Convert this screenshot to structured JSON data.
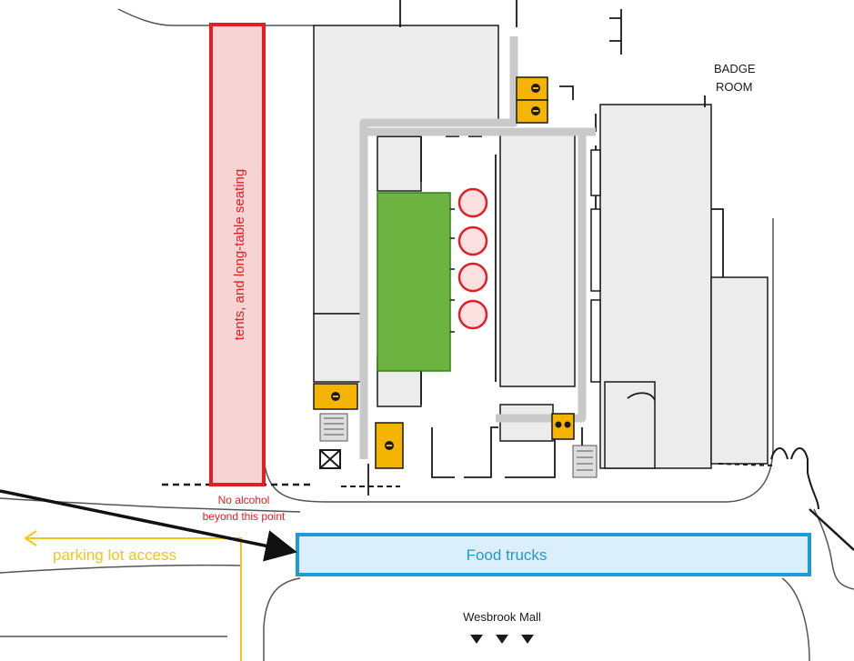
{
  "labels": {
    "badge_line1": "BADGE",
    "badge_line2": "ROOM",
    "tents": "tents, and long-table seating",
    "no_alcohol_line1": "No alcohol",
    "no_alcohol_line2": "beyond this point",
    "parking": "parking lot access",
    "food_trucks": "Food trucks",
    "street": "Wesbrook Mall"
  },
  "colors": {
    "building": "#ececed",
    "outline": "#1a1a1a",
    "tent_fill": "#f8d3d3",
    "tent_stroke": "#e31e24",
    "stage": "#6db33f",
    "circle_fill": "#fde0e0",
    "circle_stroke": "#e31e24",
    "food_fill": "#dbeefb",
    "food_stroke": "#1e9ad6",
    "food_text": "#1e9ad6",
    "parking": "#f5c518",
    "washroom": "#f5b400",
    "path": "#c9c9c9",
    "no_alcohol": "#e31e24"
  },
  "icons": {
    "washroom": "washroom-icon",
    "stairs": "stairs-icon",
    "elevator": "elevator-icon",
    "direction": "down-triangle-icon",
    "pointer": "arrow-icon"
  }
}
